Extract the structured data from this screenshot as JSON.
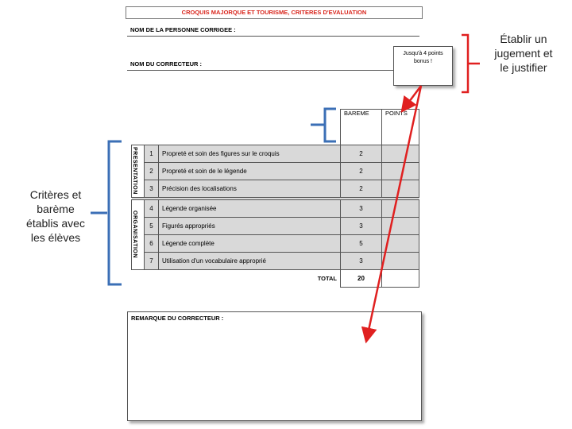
{
  "sheet": {
    "title": "CROQUIS MAJORQUE ET TOURISME, CRITERES D'EVALUATION",
    "name_label": "NOM DE LA PERSONNE CORRIGEE :",
    "corrector_label": "NOM DU CORRECTEUR :",
    "bonus_line1": "Jusqu'à 4 points",
    "bonus_line2": "bonus !",
    "col_bareme": "BAREME",
    "col_points": "POINTS",
    "group_presentation": "PRESENTATION",
    "group_organisation": "ORGANISATION",
    "criteria": [
      {
        "num": "1",
        "label": "Propreté et soin des figures sur le croquis",
        "score": "2"
      },
      {
        "num": "2",
        "label": "Propreté et soin de le légende",
        "score": "2"
      },
      {
        "num": "3",
        "label": "Précision des localisations",
        "score": "2"
      },
      {
        "num": "4",
        "label": "Légende organisée",
        "score": "3"
      },
      {
        "num": "5",
        "label": "Figurés appropriés",
        "score": "3"
      },
      {
        "num": "6",
        "label": "Légende complète",
        "score": "5"
      },
      {
        "num": "7",
        "label": "Utilisation d'un vocabulaire approprié",
        "score": "3"
      }
    ],
    "total_label": "TOTAL",
    "total_value": "20",
    "remark_label": "REMARQUE DU CORRECTEUR :"
  },
  "annotations": {
    "left_line1": "Critères et",
    "left_line2": "barème",
    "left_line3": "établis avec",
    "left_line4": "les élèves",
    "right_line1": "Établir un",
    "right_line2": "jugement et",
    "right_line3": "le justifier"
  },
  "colors": {
    "title_red": "#d9251c",
    "arrow_red": "#e02020",
    "bracket_blue": "#3b6fb6",
    "bracket_red": "#e02020",
    "shade": "#d9d9d9"
  }
}
